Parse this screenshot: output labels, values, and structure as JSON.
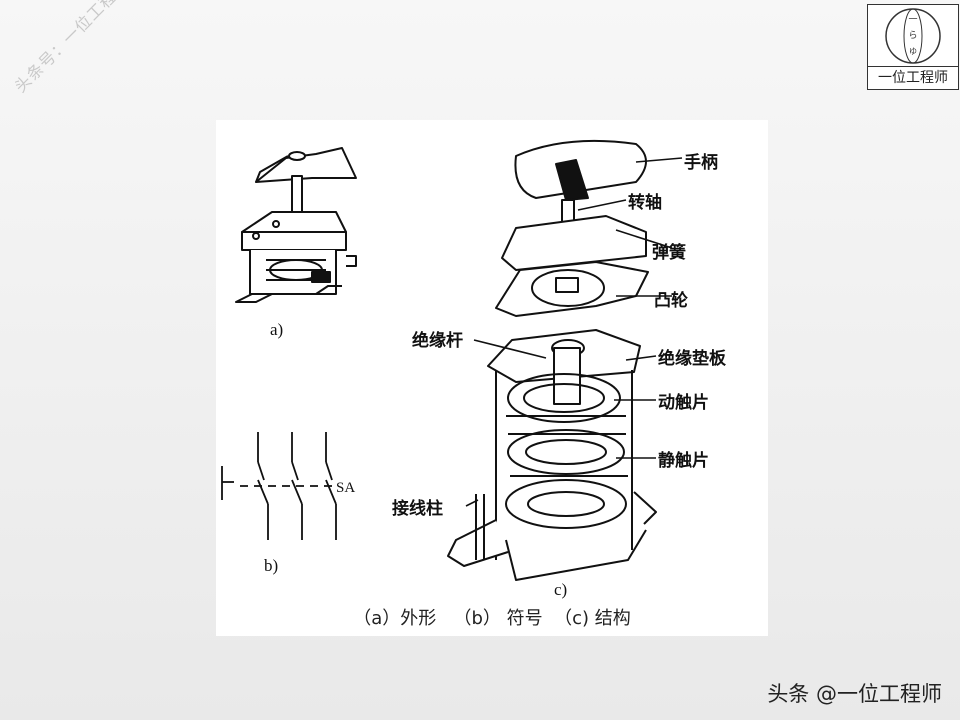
{
  "watermark": "头条号：一位工程师",
  "logo": {
    "text": "一位工程师"
  },
  "panel": {
    "sub_labels": {
      "a": "a)",
      "b": "b)",
      "c": "c)",
      "sa": "SA"
    },
    "parts": {
      "handle": "手柄",
      "shaft": "转轴",
      "spring": "弹簧",
      "cam": "凸轮",
      "insulating_rod": "绝缘杆",
      "insulating_pad": "绝缘垫板",
      "moving_contact": "动触片",
      "static_contact": "静触片",
      "terminal": "接线柱"
    },
    "caption": "（a）外形   （b） 符号  （c) 结构"
  },
  "footer": "头条 @一位工程师"
}
